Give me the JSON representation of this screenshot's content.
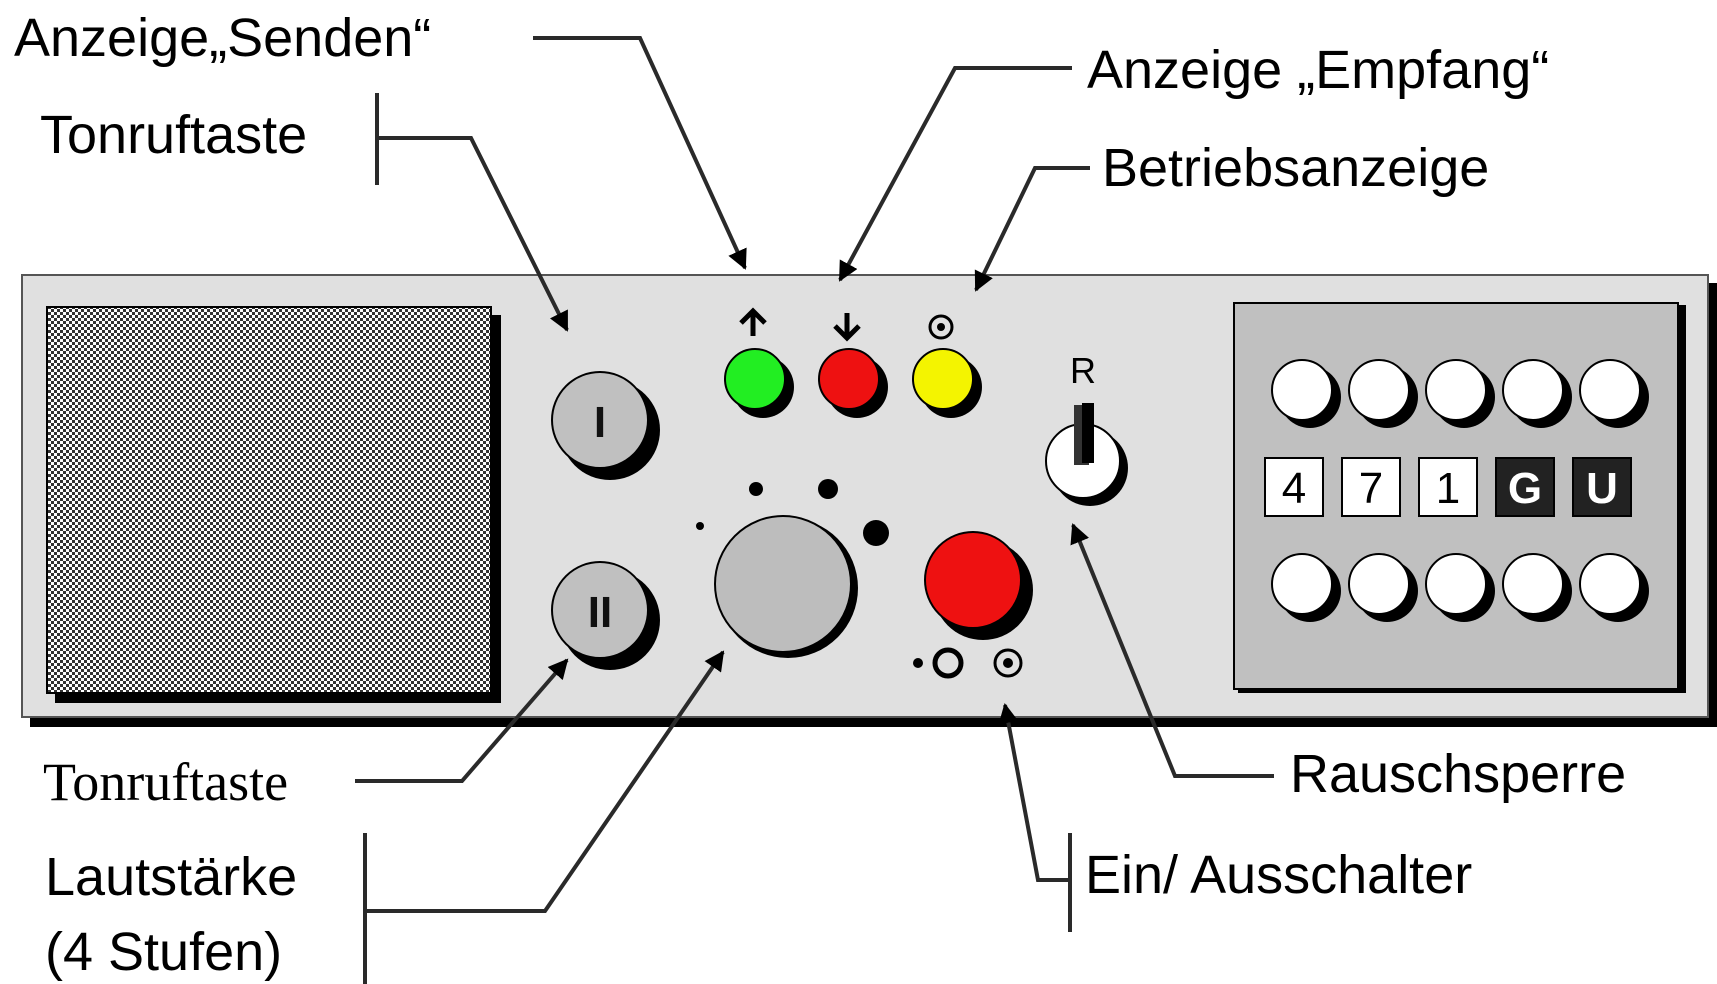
{
  "labels": {
    "anzeige_senden": "Anzeige„Senden“",
    "tonruftaste_top": "Tonruftaste",
    "anzeige_empfang": "Anzeige „Empfang“",
    "betriebsanzeige": "Betriebsanzeige",
    "tonruftaste_bottom": "Tonruftaste",
    "lautstaerke_line1": "Lautstärke",
    "lautstaerke_line2": "(4 Stufen)",
    "rauschsperre": "Rauschsperre",
    "ein_ausschalter": "Ein/ Ausschalter"
  },
  "device": {
    "button_1_label": "I",
    "button_2_label": "II",
    "squelch_label": "R",
    "volume_levels": 4,
    "code_digits": [
      "4",
      "7",
      "1",
      "G",
      "U"
    ],
    "lamps": [
      {
        "name": "senden",
        "color": "#22ee22",
        "symbol": "arrow-up-icon"
      },
      {
        "name": "empfang",
        "color": "#ee1111",
        "symbol": "arrow-down-icon"
      },
      {
        "name": "betrieb",
        "color": "#f4f400",
        "symbol": "dot-in-circle-icon"
      }
    ],
    "colors": {
      "panel": "#e0e0e0",
      "keypad": "#c0c0c0",
      "power_button": "#ee1111",
      "knob": "#bdbdbd"
    }
  }
}
